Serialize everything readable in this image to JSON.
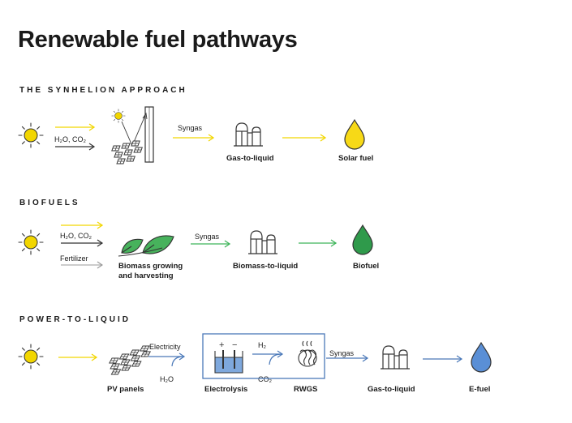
{
  "title": "Renewable fuel pathways",
  "colors": {
    "solar": "#f2d600",
    "bio": "#3fb55a",
    "power": "#4a78b8",
    "drop_solar": "#f7d917",
    "drop_bio": "#2f9a4b",
    "drop_power": "#5a8fd6",
    "leaf": "#47b25c",
    "box": "#4a78b8"
  },
  "sections": {
    "synhelion": {
      "heading": "THE SYNHELION APPROACH",
      "input_label": "H₂O, CO₂",
      "syngas_label": "Syngas",
      "gtl_label": "Gas-to-liquid",
      "product_label": "Solar fuel"
    },
    "biofuels": {
      "heading": "BIOFUELS",
      "input_label": "H₂O, CO₂",
      "fertilizer_label": "Fertilizer",
      "biomass_label": "Biomass growing\nand harvesting",
      "syngas_label": "Syngas",
      "btl_label": "Biomass-to-liquid",
      "product_label": "Biofuel"
    },
    "ptl": {
      "heading": "POWER-TO-LIQUID",
      "pv_label": "PV panels",
      "electricity_label": "Electricity",
      "h2o_label": "H₂O",
      "electrolysis_label": "Electrolysis",
      "h2_label": "H₂",
      "co2_label": "CO₂",
      "rwgs_label": "RWGS",
      "syngas_label": "Syngas",
      "gtl_label": "Gas-to-liquid",
      "product_label": "E-fuel"
    }
  }
}
